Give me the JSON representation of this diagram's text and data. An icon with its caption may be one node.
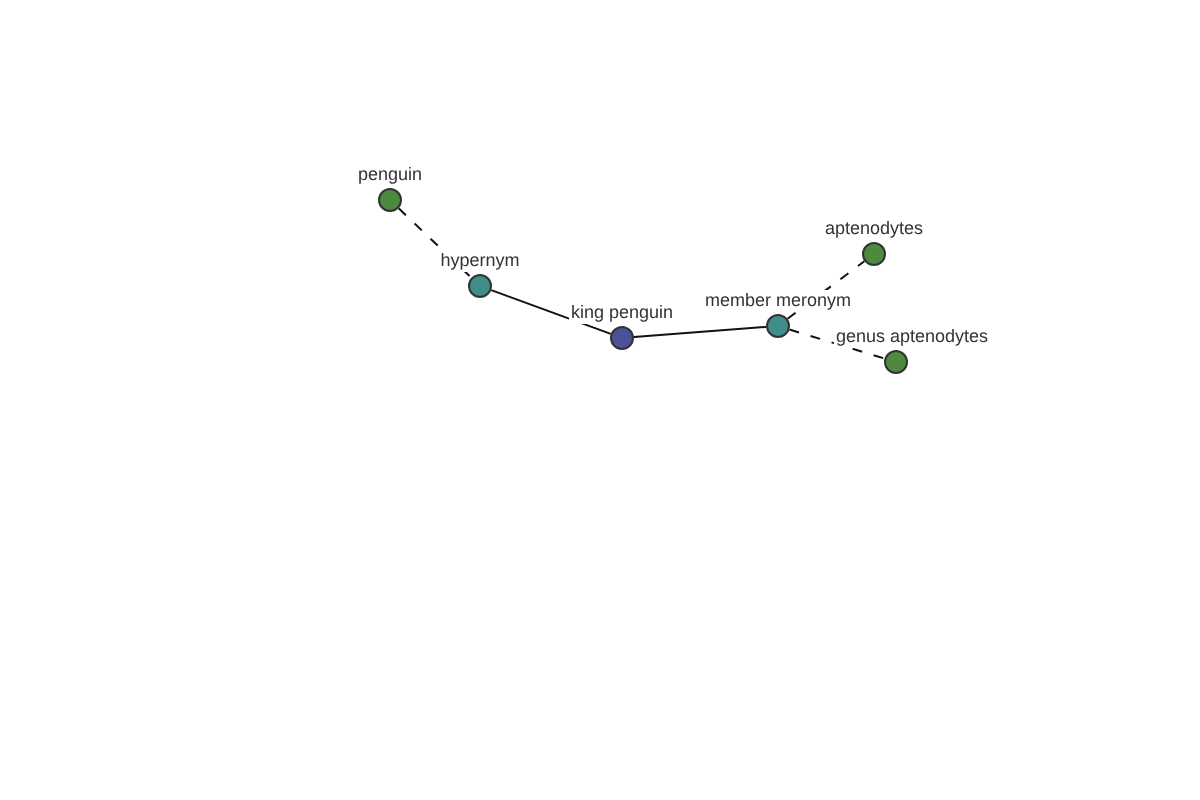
{
  "diagram": {
    "nodes": [
      {
        "text": [
          "penguin"
        ]
      },
      {
        "text": [
          "hypernym"
        ]
      },
      {
        "text": [
          "king penguin"
        ]
      },
      {
        "text": [
          "member meronym"
        ]
      },
      {
        "text": [
          "aptenodytes"
        ]
      },
      {
        "text": [
          "genus aptenodytes"
        ]
      }
    ],
    "edges": [
      {
        "from": 0,
        "to": 1,
        "arrow": "none",
        "style": "dashed"
      },
      {
        "from": 1,
        "to": 2,
        "arrow": "none"
      },
      {
        "from": 2,
        "to": 3,
        "arrow": "none"
      },
      {
        "from": 3,
        "to": 4,
        "arrow": "none",
        "style": "dashed"
      },
      {
        "from": 3,
        "to": 5,
        "arrow": "none",
        "style": "dashed"
      }
    ]
  }
}
